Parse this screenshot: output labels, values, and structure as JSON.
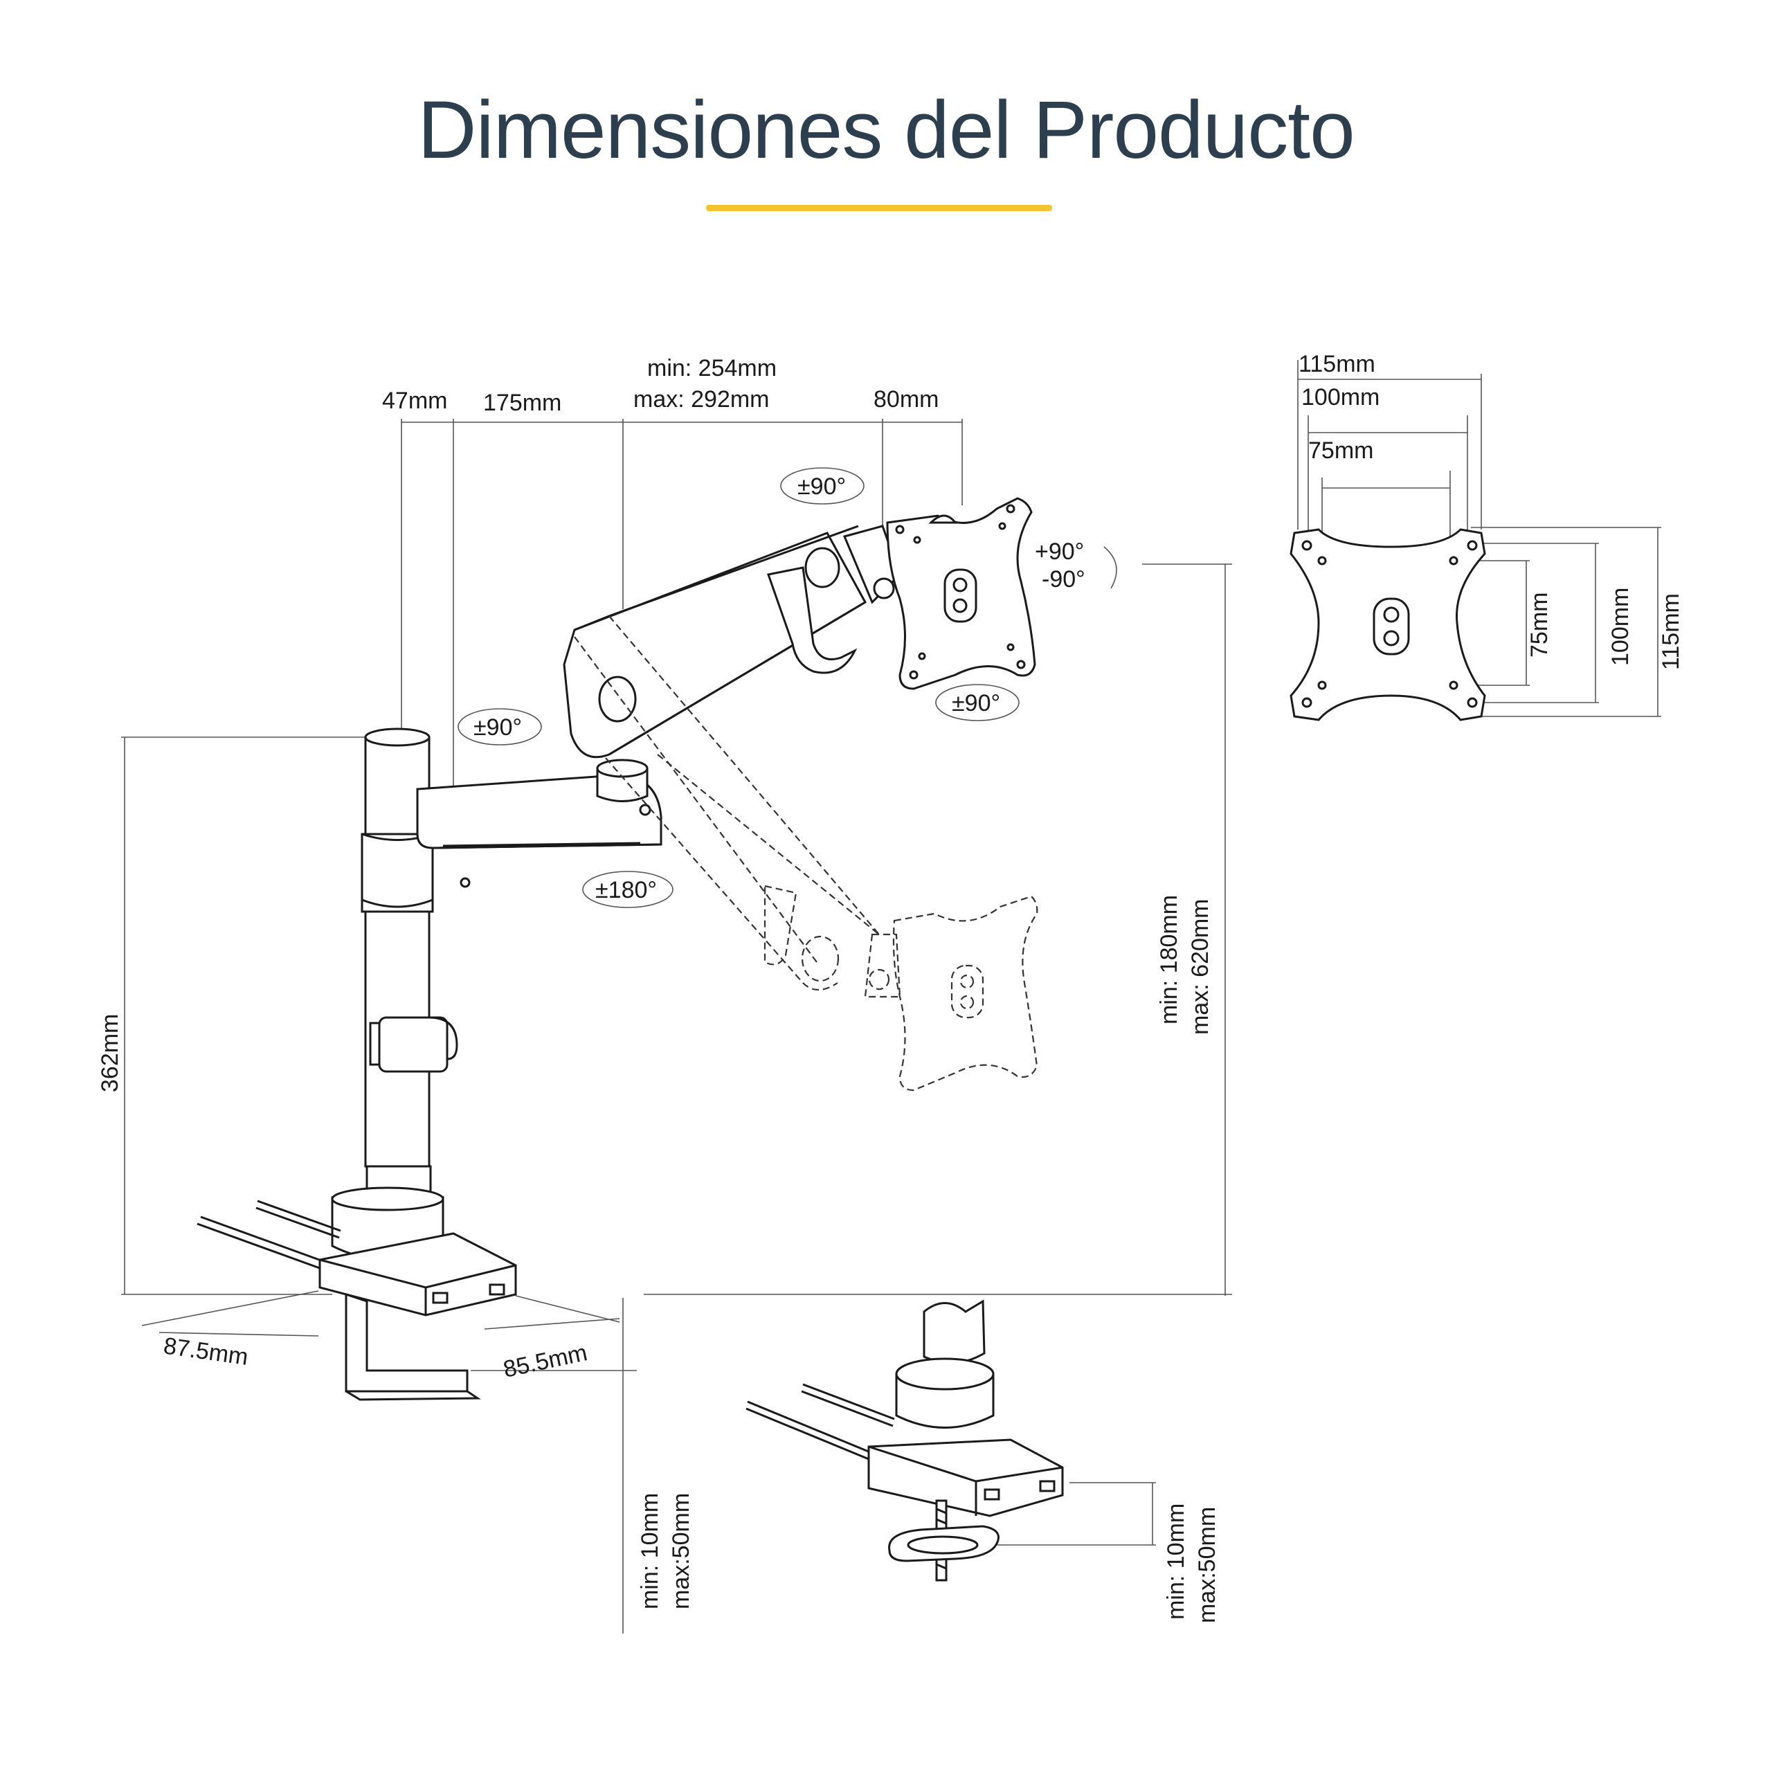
{
  "title": "Dimensiones del Producto",
  "colors": {
    "accent": "#f2c231",
    "text": "#2d3e4e",
    "line": "#1a1a1a"
  },
  "dimensions": {
    "pole_top": "47mm",
    "arm_first": "175mm",
    "arm_second_min": "min: 254mm",
    "arm_second_max": "max: 292mm",
    "head": "80mm",
    "pole_height": "362mm",
    "base_depth": "87.5mm",
    "base_width": "85.5mm",
    "height_min": "min: 180mm",
    "height_max": "max: 620mm",
    "clamp_min": "min: 10mm",
    "clamp_max": "max:50mm",
    "grommet_min": "min: 10mm",
    "grommet_max": "max:50mm"
  },
  "rotations": {
    "tilt_top": "±90°",
    "tilt_plus": "+90°",
    "tilt_minus": "-90°",
    "rotate_plate": "±90°",
    "swivel_pole": "±90°",
    "swivel_base": "±180°"
  },
  "vesa": {
    "top_115": "115mm",
    "top_100": "100mm",
    "top_75": "75mm",
    "side_75": "75mm",
    "side_100": "100mm",
    "side_115": "115mm"
  }
}
